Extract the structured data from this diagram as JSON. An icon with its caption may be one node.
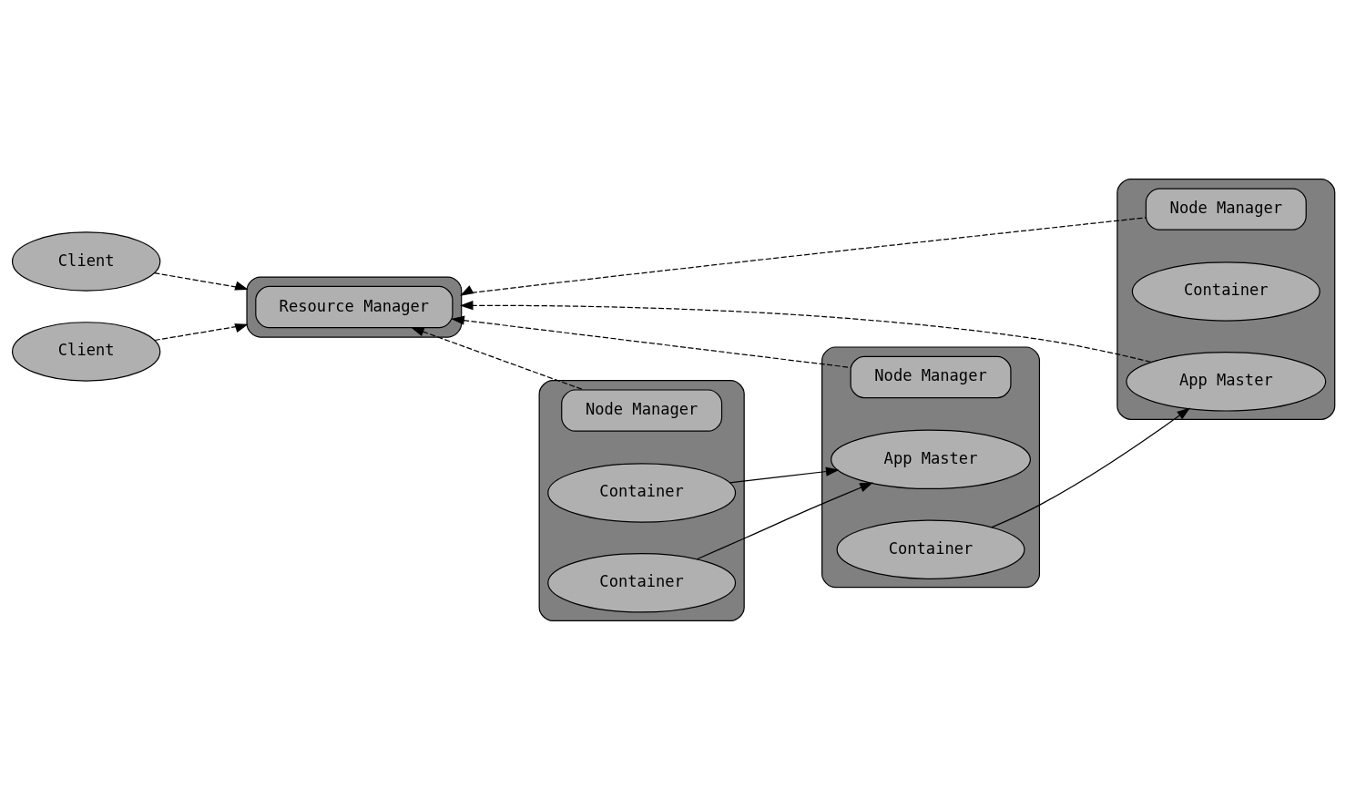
{
  "diagram": {
    "nodes": [
      {
        "text": [
          "Client"
        ]
      },
      {
        "text": [
          "Client"
        ]
      },
      {
        "text": [],
        "shape": "box"
      },
      {
        "text": [
          "Resource Manager"
        ],
        "in": 2
      },
      {
        "text": [],
        "shape": "box"
      },
      {
        "text": [
          "Node Manager"
        ],
        "in": 4
      },
      {
        "text": [
          "Container"
        ],
        "in": 4
      },
      {
        "text": [
          "App Master"
        ],
        "in": 4
      },
      {
        "text": [],
        "shape": "box"
      },
      {
        "text": [
          "Node Manager"
        ],
        "in": 8
      },
      {
        "text": [
          "App Master"
        ],
        "in": 8
      },
      {
        "text": [
          "Container"
        ],
        "in": 8
      },
      {
        "text": [],
        "shape": "box"
      },
      {
        "text": [
          "Node Manager"
        ],
        "in": 12
      },
      {
        "text": [
          "Container"
        ],
        "in": 12
      },
      {
        "text": [
          "Container"
        ],
        "in": 12
      }
    ],
    "edges": [
      {
        "from": 0,
        "to": 2,
        "arrow": "to",
        "style": "dashed"
      },
      {
        "from": 1,
        "to": 2,
        "arrow": "to",
        "style": "dashed"
      },
      {
        "from": 5,
        "to": 2,
        "arrow": "to",
        "style": "dashed"
      },
      {
        "from": 7,
        "to": 2,
        "arrow": "to",
        "style": "dashed"
      },
      {
        "from": 9,
        "to": 3,
        "arrow": "to",
        "style": "dashed"
      },
      {
        "from": 13,
        "to": 3,
        "arrow": "to",
        "style": "dashed"
      },
      {
        "from": 11,
        "to": 7,
        "arrow": "to"
      },
      {
        "from": 14,
        "to": 10,
        "arrow": "to"
      },
      {
        "from": 15,
        "to": 10,
        "arrow": "to"
      }
    ]
  }
}
